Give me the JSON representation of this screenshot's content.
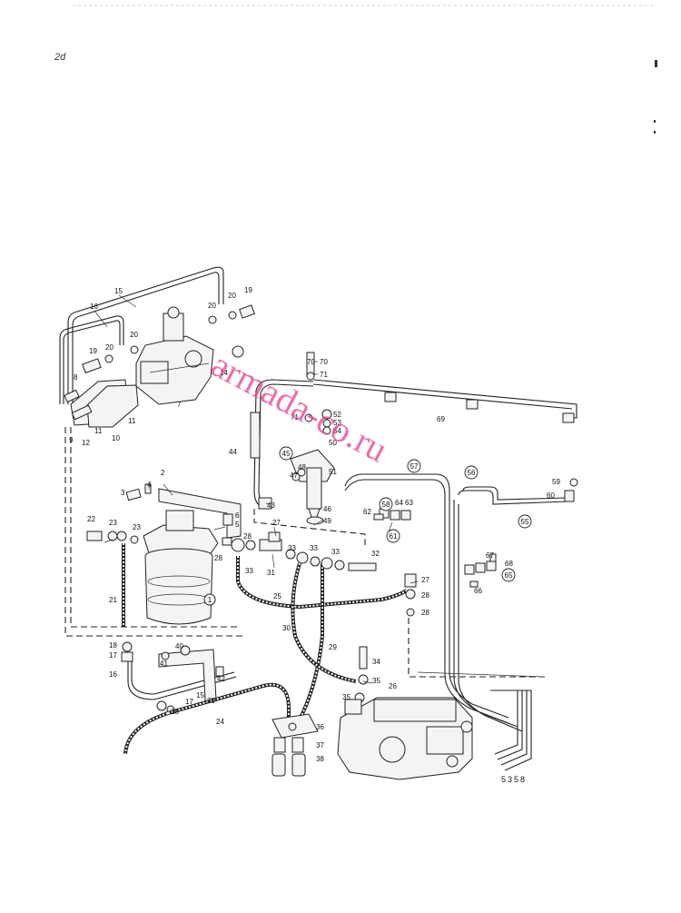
{
  "page_note": "2d",
  "figure_number": "5358",
  "watermark": "armada-co.ru",
  "callouts": {
    "c1": "1",
    "c2": "2",
    "c3": "3",
    "c4": "4",
    "c5": "5",
    "c6": "6",
    "c7": "7",
    "c8": "8",
    "c9": "9",
    "c10": "10",
    "c11": "11",
    "c11b": "11",
    "c12": "12",
    "c14": "14",
    "c15": "15",
    "c15b": "15",
    "c16": "16",
    "c16b": "16",
    "c17": "17",
    "c17b": "17",
    "c18": "18",
    "c18b": "18",
    "c19": "19",
    "c19b": "19",
    "c20a": "20",
    "c20b": "20",
    "c20c": "20",
    "c20d": "20",
    "c21": "21",
    "c22": "22",
    "c23": "23",
    "c23b": "23",
    "c24": "24",
    "c25": "25",
    "c26": "26",
    "c27": "27",
    "c27b": "27",
    "c28": "28",
    "c28b": "28",
    "c28c": "28",
    "c28d": "28",
    "c29": "29",
    "c30": "30",
    "c31": "31",
    "c32": "32",
    "c33a": "33",
    "c33b": "33",
    "c33c": "33",
    "c33d": "33",
    "c34": "34",
    "c35": "35",
    "c35b": "35",
    "c36": "36",
    "c37": "37",
    "c38": "38",
    "c39": "39",
    "c40": "40",
    "c41": "41",
    "c42": "42",
    "c43": "43",
    "c44": "44",
    "c45": "45",
    "c46": "46",
    "c47": "47",
    "c48": "48",
    "c49": "49",
    "c50": "50",
    "c51": "51",
    "c52": "52",
    "c53": "53",
    "c54": "54",
    "c55": "55",
    "c56": "56",
    "c57": "57",
    "c58": "58",
    "c59": "59",
    "c60": "60",
    "c61": "61",
    "c62": "62",
    "c63": "63",
    "c64": "64",
    "c65": "65",
    "c66": "66",
    "c67": "67",
    "c68": "68",
    "c69": "69",
    "c70": "70",
    "c71": "71",
    "c71b": "71"
  }
}
